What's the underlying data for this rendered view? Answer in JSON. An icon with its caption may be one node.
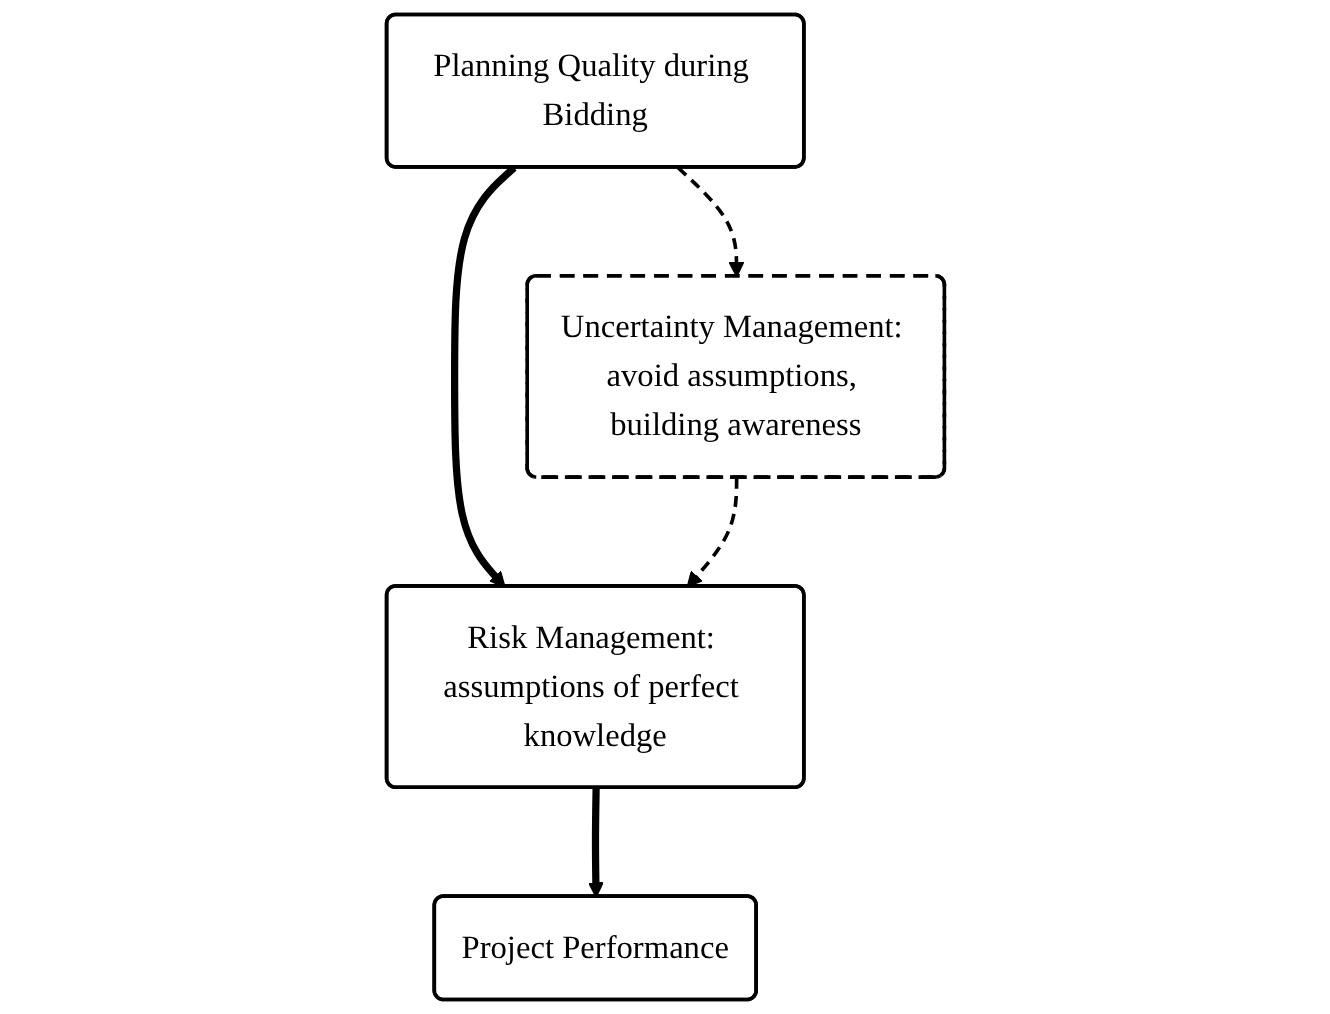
{
  "diagram": {
    "nodes": [
      {
        "text": [
          "Planning Quality during Bidding"
        ]
      },
      {
        "text": [
          "Risk Management: assumptions of perfect knowledge"
        ]
      },
      {
        "text": [
          "Uncertainty Management: avoid assumptions, building awareness"
        ]
      },
      {
        "text": [
          "Project Performance"
        ]
      }
    ],
    "edges": [
      {
        "from": 0,
        "to": 1,
        "arrow": "to",
        "style": "thick"
      },
      {
        "from": 0,
        "to": 2,
        "arrow": "to",
        "style": "dashed"
      },
      {
        "from": 2,
        "to": 1,
        "arrow": "to",
        "style": "dashed"
      },
      {
        "from": 1,
        "to": 3,
        "arrow": "to",
        "style": "thick"
      }
    ]
  }
}
